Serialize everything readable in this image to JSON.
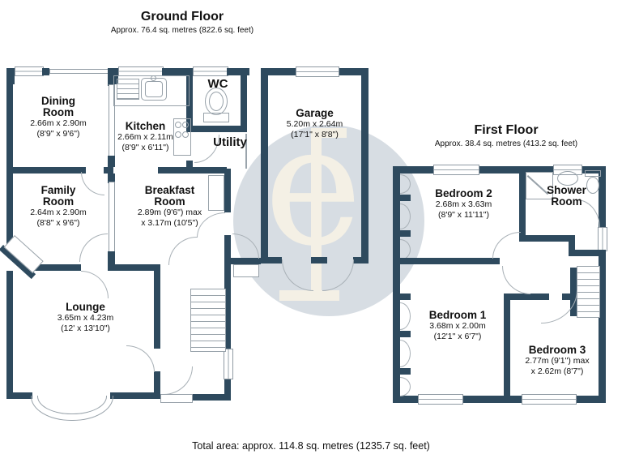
{
  "ground_floor": {
    "title": "Ground Floor",
    "subtitle": "Approx. 76.4 sq. metres (822.6 sq. feet)",
    "rooms": {
      "dining": {
        "name": "Dining Room",
        "dim_m": "2.66m x 2.90m",
        "dim_ft": "(8'9\" x 9'6\")"
      },
      "kitchen": {
        "name": "Kitchen",
        "dim_m": "2.66m x 2.11m",
        "dim_ft": "(8'9\" x 6'11\")"
      },
      "wc": {
        "name": "WC"
      },
      "utility": {
        "name": "Utility"
      },
      "garage": {
        "name": "Garage",
        "dim_m": "5.20m x 2.64m",
        "dim_ft": "(17'1\" x 8'8\")"
      },
      "family": {
        "name": "Family Room",
        "dim_m": "2.64m x 2.90m",
        "dim_ft": "(8'8\" x 9'6\")"
      },
      "breakfast": {
        "name": "Breakfast Room",
        "dim_m": "2.89m (9'6\") max",
        "dim_ft": "x 3.17m (10'5\")"
      },
      "lounge": {
        "name": "Lounge",
        "dim_m": "3.65m x 4.23m",
        "dim_ft": "(12' x 13'10\")"
      }
    }
  },
  "first_floor": {
    "title": "First Floor",
    "subtitle": "Approx. 38.4 sq. metres (413.2 sq. feet)",
    "rooms": {
      "bedroom2": {
        "name": "Bedroom 2",
        "dim_m": "2.68m x 3.63m",
        "dim_ft": "(8'9\" x 11'11\")"
      },
      "shower": {
        "name": "Shower Room"
      },
      "bedroom1": {
        "name": "Bedroom 1",
        "dim_m": "3.68m x 2.00m",
        "dim_ft": "(12'1\" x 6'7\")"
      },
      "bedroom3": {
        "name": "Bedroom 3",
        "dim_m": "2.77m (9'1\") max",
        "dim_ft": "x 2.62m (8'7\")"
      }
    }
  },
  "footer": {
    "total_area": "Total area: approx. 114.8 sq. metres (1235.7 sq. feet)"
  },
  "watermark": {
    "glyph": "e"
  },
  "colors": {
    "wall": "#2e4a5e",
    "line": "#9aa4ac",
    "watermark_circle": "#d7dde3",
    "watermark_glyph": "#f4f0e5"
  }
}
